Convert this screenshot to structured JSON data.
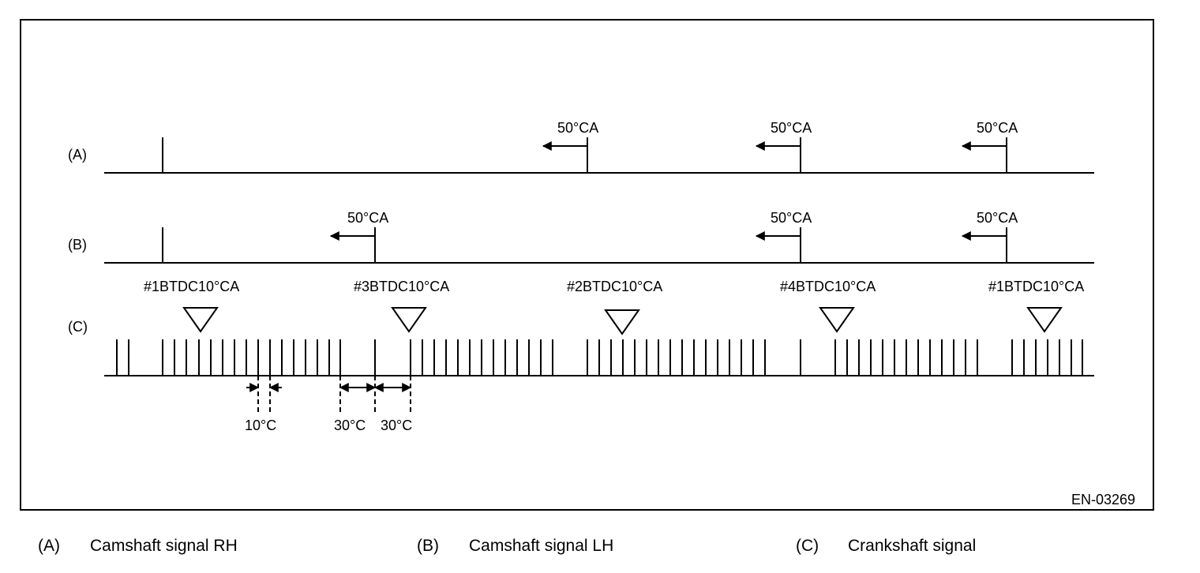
{
  "figure_id": "EN-03269",
  "rows": [
    {
      "key": "A",
      "label": "(A)",
      "markers": [
        {
          "text": "50°CA",
          "direction": "left"
        },
        {
          "text": "50°CA",
          "direction": "left"
        },
        {
          "text": "50°CA",
          "direction": "left"
        }
      ]
    },
    {
      "key": "B",
      "label": "(B)",
      "markers": [
        {
          "text": "50°CA",
          "direction": "left"
        },
        {
          "text": "50°CA",
          "direction": "left"
        },
        {
          "text": "50°CA",
          "direction": "left"
        }
      ]
    },
    {
      "key": "C",
      "label": "(C)",
      "tdc_labels": [
        "#1BTDC10°CA",
        "#3BTDC10°CA",
        "#2BTDC10°CA",
        "#4BTDC10°CA",
        "#1BTDC10°CA"
      ]
    }
  ],
  "dimensions": [
    "10°C",
    "30°C",
    "30°C"
  ],
  "legend": [
    {
      "key": "(A)",
      "text": "Camshaft signal RH"
    },
    {
      "key": "(B)",
      "text": "Camshaft signal LH"
    },
    {
      "key": "(C)",
      "text": "Crankshaft signal"
    }
  ]
}
